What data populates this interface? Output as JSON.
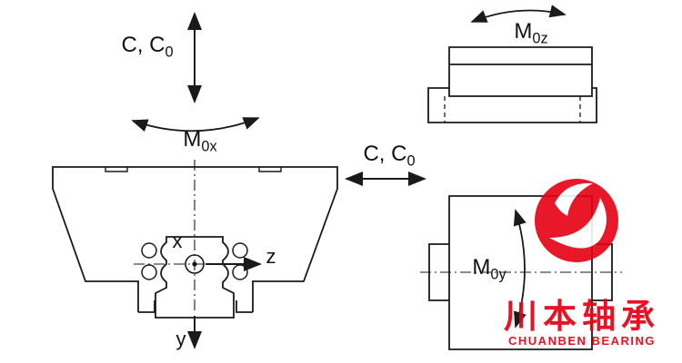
{
  "figure": {
    "line_color": "#1a1a1a",
    "background": "#ffffff"
  },
  "labels": {
    "load_c_vertical": {
      "main": "C, C",
      "sub": "0"
    },
    "moment_m0x": {
      "main": "M",
      "sub": "0x"
    },
    "load_c_horizontal": {
      "main": "C, C",
      "sub": "0"
    },
    "moment_m0z": {
      "main": "M",
      "sub": "0z"
    },
    "moment_m0y": {
      "main": "M",
      "sub": "0y"
    },
    "axis_x": "x",
    "axis_y": "y",
    "axis_z": "z"
  },
  "watermark": {
    "brand_cn": "川本轴承",
    "brand_en": "CHUANBEN BEARING",
    "color": "#e60012"
  }
}
